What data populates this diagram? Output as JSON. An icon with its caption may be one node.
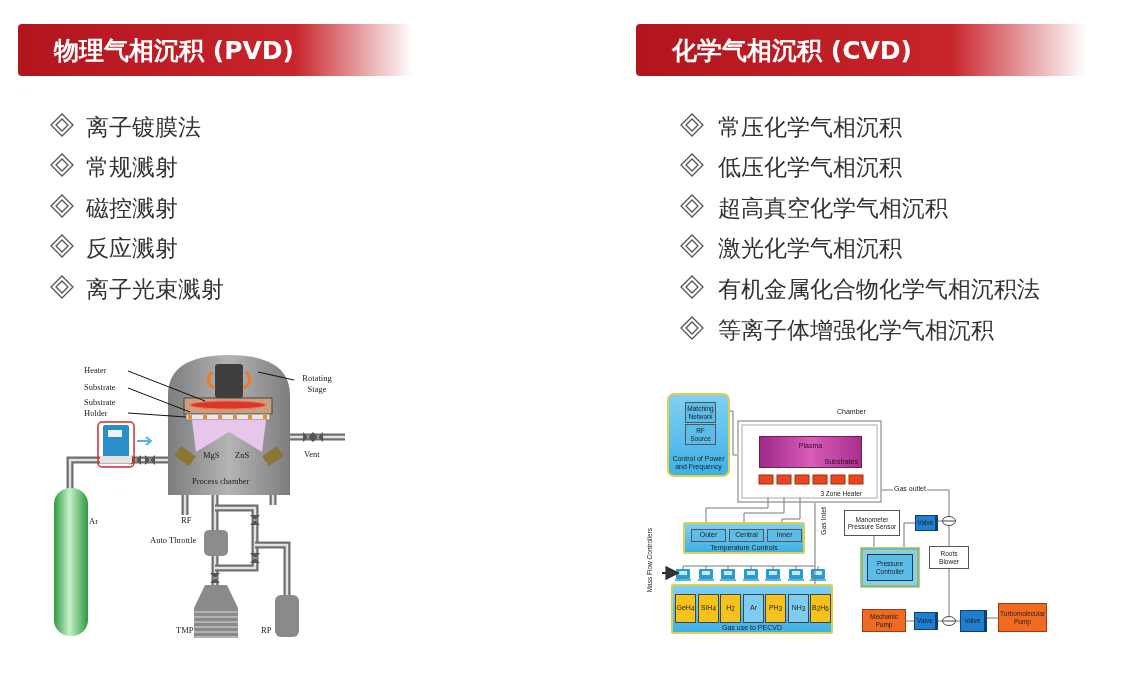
{
  "diagram": {
    "nodes": [
      {
        "text": [
          "物理气相沉积 (PVD)"
        ]
      },
      {
        "text": [
          "化学气相沉积 (CVD)"
        ]
      },
      {
        "text": [
          "Heater"
        ]
      },
      {
        "text": [
          "Substrate"
        ]
      },
      {
        "text": [
          "Substrate Holder"
        ]
      },
      {
        "text": [
          "Rotating Stage"
        ]
      },
      {
        "text": [
          "Control of Power and Frequency"
        ]
      },
      {
        "text": [
          "Matching Network"
        ],
        "in": 6
      },
      {
        "text": [
          "RF Source"
        ],
        "in": 6
      },
      {
        "text": [
          "Chamber"
        ]
      },
      {
        "text": [
          "Plasma",
          "Substrates"
        ],
        "in": 9
      },
      {
        "text": [
          "3 Zone Heater"
        ],
        "in": 9
      },
      {
        "text": [
          "Temperature Controls"
        ]
      },
      {
        "text": [
          "Outer"
        ],
        "in": 12
      },
      {
        "text": [
          "Central"
        ],
        "in": 12
      },
      {
        "text": [
          "Inner"
        ],
        "in": 12
      },
      {
        "text": [
          "Gas use to PECVD"
        ]
      },
      {
        "text": [
          "GeH$_{4}$"
        ],
        "in": 16
      },
      {
        "text": [
          "SiH$_{4}$"
        ],
        "in": 16
      },
      {
        "text": [
          "H$_{2}$"
        ],
        "in": 16
      },
      {
        "text": [
          "Ar"
        ],
        "in": 16
      },
      {
        "text": [
          "PH$_{3}$"
        ],
        "in": 16
      },
      {
        "text": [
          "NH$_{3}$"
        ],
        "in": 16
      },
      {
        "text": [
          "B$_{2}$H$_{6}$"
        ],
        "in": 16
      },
      {
        "text": [
          "Manometer Pressure Sensor"
        ]
      },
      {
        "text": [
          "Pressure Controller"
        ]
      },
      {
        "text": [
          "Valve"
        ]
      },
      {
        "text": [],
        "shape": "circle"
      },
      {
        "text": [
          "Roots Blower"
        ]
      },
      {
        "text": [
          "Mechanic Pump"
        ]
      },
      {
        "text": [
          "Valve"
        ]
      },
      {
        "text": [],
        "shape": "circle"
      },
      {
        "text": [
          "Valve"
        ]
      },
      {
        "text": [
          "Turbomolecular Pump"
        ]
      }
    ],
    "edges": [
      {
        "from": 2,
        "to": null,
        "arrow": "none",
        "color": "#111111"
      },
      {
        "from": 3,
        "to": null,
        "arrow": "none",
        "color": "#111111"
      },
      {
        "from": 4,
        "to": null,
        "arrow": "none",
        "color": "#111111"
      },
      {
        "from": 5,
        "to": null,
        "arrow": "none",
        "color": "#111111"
      },
      {
        "from": 7,
        "to": 9,
        "arrow": "none"
      },
      {
        "from": 13,
        "to": 11,
        "arrow": "none"
      },
      {
        "from": 14,
        "to": 11,
        "arrow": "none"
      },
      {
        "from": 15,
        "to": 11,
        "arrow": "none"
      },
      {
        "from": 16,
        "to": 9,
        "arrow": "none",
        "label": "Gas Inlet"
      },
      {
        "from": 9,
        "to": 27,
        "arrow": "none",
        "label": "Gas outlet"
      },
      {
        "from": 24,
        "to": 25,
        "arrow": "none"
      },
      {
        "from": 25,
        "to": 26,
        "arrow": "none"
      },
      {
        "from": 26,
        "to": 27,
        "arrow": "none"
      },
      {
        "from": 27,
        "to": 28,
        "arrow": "none"
      },
      {
        "from": 28,
        "to": 31,
        "arrow": "none"
      },
      {
        "from": 29,
        "to": 30,
        "arrow": "none"
      },
      {
        "from": 30,
        "to": 31,
        "arrow": "none"
      },
      {
        "from": 31,
        "to": 32,
        "arrow": "none"
      },
      {
        "from": 32,
        "to": 33,
        "arrow": "none"
      }
    ],
    "labels": [
      "离子镀膜法",
      "常规溅射",
      "磁控溅射",
      "反应溅射",
      "离子光束溅射",
      "常压化学气相沉积",
      "低压化学气相沉积",
      "超高真空化学气相沉积",
      "激光化学气相沉积",
      "有机金属化合物化学气相沉积法",
      "等离子体增强化学气相沉积",
      "Vent",
      "MgS",
      "ZnS",
      "Process chamber",
      "Ar",
      "RF",
      "Auto Throttle",
      "TMP",
      "RP",
      "Mass Flow Controllers"
    ]
  }
}
